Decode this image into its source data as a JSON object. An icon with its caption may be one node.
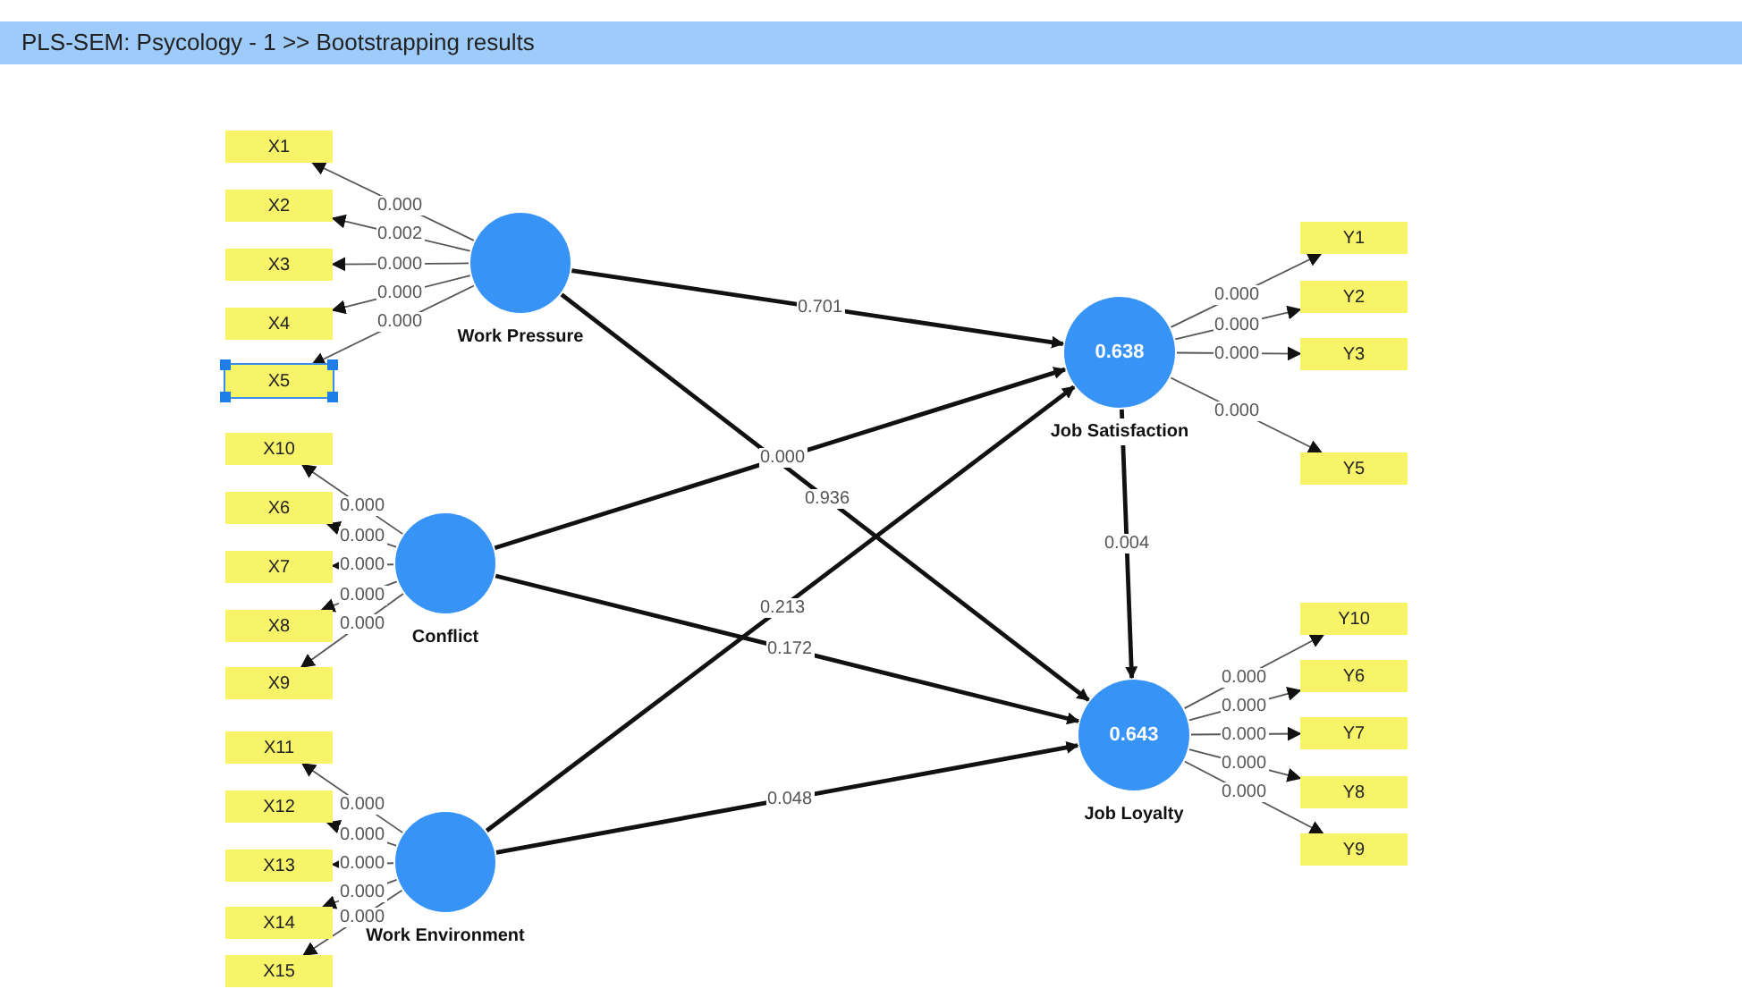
{
  "diagram": {
    "title": "PLS-SEM: Psycology - 1 >> Bootstrapping results",
    "nodes": [
      {
        "text": [
          "Work Pressure"
        ]
      },
      {
        "text": [
          "X1"
        ]
      },
      {
        "text": [
          "X2"
        ]
      },
      {
        "text": [
          "X3"
        ]
      },
      {
        "text": [
          "X4"
        ]
      },
      {
        "text": [
          "X5"
        ]
      },
      {
        "text": [
          "Conflict"
        ]
      },
      {
        "text": [
          "X10"
        ]
      },
      {
        "text": [
          "X6"
        ]
      },
      {
        "text": [
          "X7"
        ]
      },
      {
        "text": [
          "X8"
        ]
      },
      {
        "text": [
          "X9"
        ]
      },
      {
        "text": [
          "Work Environment"
        ]
      },
      {
        "text": [
          "X11"
        ]
      },
      {
        "text": [
          "X12"
        ]
      },
      {
        "text": [
          "X13"
        ]
      },
      {
        "text": [
          "X14"
        ]
      },
      {
        "text": [
          "X15"
        ]
      },
      {
        "text": [
          "0.638",
          "Job Satisfaction"
        ]
      },
      {
        "text": [
          "Y1"
        ]
      },
      {
        "text": [
          "Y2"
        ]
      },
      {
        "text": [
          "Y3"
        ]
      },
      {
        "text": [
          "Y5"
        ]
      },
      {
        "text": [
          "0.643",
          "Job Loyalty"
        ]
      },
      {
        "text": [
          "Y10"
        ]
      },
      {
        "text": [
          "Y6"
        ]
      },
      {
        "text": [
          "Y7"
        ]
      },
      {
        "text": [
          "Y8"
        ]
      },
      {
        "text": [
          "Y9"
        ]
      }
    ],
    "edges": [
      {
        "from": 0,
        "to": 1,
        "arrow": "to",
        "label": "0.000"
      },
      {
        "from": 0,
        "to": 2,
        "arrow": "to",
        "label": "0.002"
      },
      {
        "from": 0,
        "to": 3,
        "arrow": "to",
        "label": "0.000"
      },
      {
        "from": 0,
        "to": 4,
        "arrow": "to",
        "label": "0.000"
      },
      {
        "from": 0,
        "to": 5,
        "arrow": "to",
        "label": "0.000"
      },
      {
        "from": 0,
        "to": 18,
        "arrow": "to",
        "label": "0.701",
        "style": "thick"
      },
      {
        "from": 0,
        "to": 23,
        "arrow": "to",
        "label": "0.936",
        "style": "thick"
      },
      {
        "from": 6,
        "to": 7,
        "arrow": "to",
        "label": "0.000"
      },
      {
        "from": 6,
        "to": 8,
        "arrow": "to",
        "label": "0.000"
      },
      {
        "from": 6,
        "to": 9,
        "arrow": "to",
        "label": "0.000"
      },
      {
        "from": 6,
        "to": 10,
        "arrow": "to",
        "label": "0.000"
      },
      {
        "from": 6,
        "to": 11,
        "arrow": "to",
        "label": "0.000"
      },
      {
        "from": 6,
        "to": 18,
        "arrow": "to",
        "label": "0.000",
        "style": "thick"
      },
      {
        "from": 6,
        "to": 23,
        "arrow": "to",
        "label": "0.172",
        "style": "thick"
      },
      {
        "from": 12,
        "to": 13,
        "arrow": "to",
        "label": "0.000"
      },
      {
        "from": 12,
        "to": 14,
        "arrow": "to",
        "label": "0.000"
      },
      {
        "from": 12,
        "to": 15,
        "arrow": "to",
        "label": "0.000"
      },
      {
        "from": 12,
        "to": 16,
        "arrow": "to",
        "label": "0.000"
      },
      {
        "from": 12,
        "to": 17,
        "arrow": "to",
        "label": "0.000"
      },
      {
        "from": 12,
        "to": 18,
        "arrow": "to",
        "label": "0.213",
        "style": "thick"
      },
      {
        "from": 12,
        "to": 23,
        "arrow": "to",
        "label": "0.048",
        "style": "thick"
      },
      {
        "from": 18,
        "to": 19,
        "arrow": "to",
        "label": "0.000"
      },
      {
        "from": 18,
        "to": 20,
        "arrow": "to",
        "label": "0.000"
      },
      {
        "from": 18,
        "to": 21,
        "arrow": "to",
        "label": "0.000"
      },
      {
        "from": 18,
        "to": 22,
        "arrow": "to",
        "label": "0.000"
      },
      {
        "from": 18,
        "to": 23,
        "arrow": "to",
        "label": "0.004",
        "style": "thick"
      },
      {
        "from": 23,
        "to": 24,
        "arrow": "to",
        "label": "0.000"
      },
      {
        "from": 23,
        "to": 25,
        "arrow": "to",
        "label": "0.000"
      },
      {
        "from": 23,
        "to": 26,
        "arrow": "to",
        "label": "0.000"
      },
      {
        "from": 23,
        "to": 27,
        "arrow": "to",
        "label": "0.000"
      },
      {
        "from": 23,
        "to": 28,
        "arrow": "to",
        "label": "0.000"
      }
    ]
  }
}
